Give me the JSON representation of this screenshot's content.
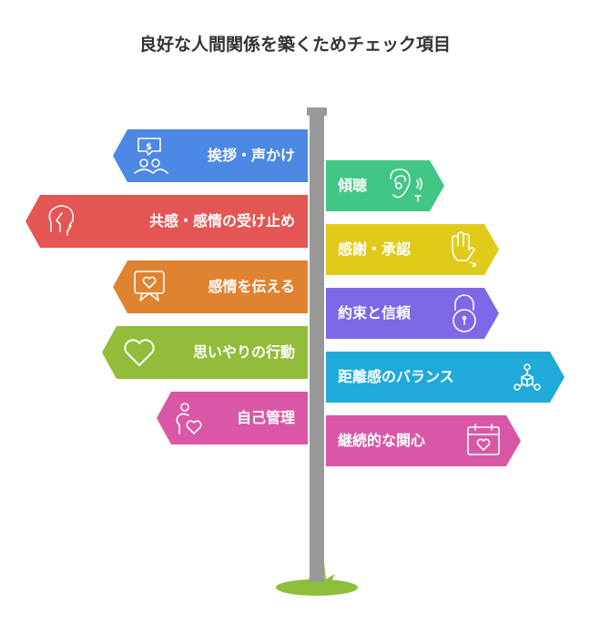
{
  "title": "良好な人間関係を築くためチェック項目",
  "left_signs": [
    {
      "label": "挨拶・声かけ",
      "icon": "conversation-icon",
      "color": "#4C88E4"
    },
    {
      "label": "共感・感情の受け止め",
      "icon": "two-heads-icon",
      "color": "#E45654"
    },
    {
      "label": "感情を伝える",
      "icon": "heart-speech-bubble-icon",
      "color": "#DF8330"
    },
    {
      "label": "思いやりの行動",
      "icon": "heart-icon",
      "color": "#92BC3A"
    },
    {
      "label": "自己管理",
      "icon": "person-heart-icon",
      "color": "#DA57A6"
    }
  ],
  "right_signs": [
    {
      "label": "傾聴",
      "icon": "ear-icon",
      "color": "#41C685"
    },
    {
      "label": "感謝・承認",
      "icon": "hand-wave-icon",
      "color": "#E0CB1B"
    },
    {
      "label": "約束と信頼",
      "icon": "padlock-icon",
      "color": "#7E68E8"
    },
    {
      "label": "距離感のバランス",
      "icon": "network-cube-icon",
      "color": "#20AAD9"
    },
    {
      "label": "継続的な関心",
      "icon": "calendar-heart-icon",
      "color": "#DA57A6"
    }
  ],
  "pole_color": "#999999",
  "grass_color": "#8DBE3C"
}
